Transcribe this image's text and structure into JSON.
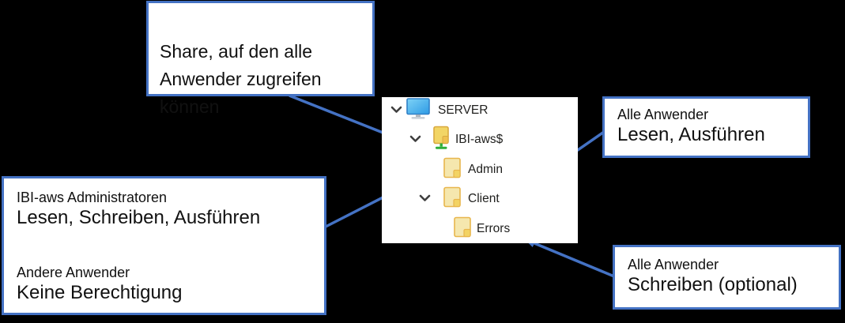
{
  "diagram": {
    "background_color": "#000000",
    "accent_blue": "#4472C4",
    "panel_background": "#ffffff"
  },
  "tree": {
    "items": [
      {
        "label": "SERVER",
        "icon": "computer-icon",
        "expanded": true,
        "level": 0
      },
      {
        "label": "IBI-aws$",
        "icon": "shared-folder-icon",
        "expanded": true,
        "level": 1
      },
      {
        "label": "Admin",
        "icon": "folder-icon",
        "expanded": false,
        "level": 2
      },
      {
        "label": "Client",
        "icon": "folder-icon",
        "expanded": true,
        "level": 2
      },
      {
        "label": "Errors",
        "icon": "folder-icon",
        "expanded": false,
        "level": 3
      }
    ]
  },
  "callouts": {
    "share": {
      "text": "Share, auf den alle\nAnwender zugreifen\nkönnen"
    },
    "admins": {
      "line1": "IBI-aws Administratoren",
      "line2": "Lesen, Schreiben, Ausführen",
      "line3": "Andere Anwender",
      "line4": "Keine Berechtigung"
    },
    "read": {
      "line1": "Alle Anwender",
      "line2": "Lesen, Ausführen"
    },
    "write": {
      "line1": "Alle Anwender",
      "line2": "Schreiben (optional)"
    }
  }
}
